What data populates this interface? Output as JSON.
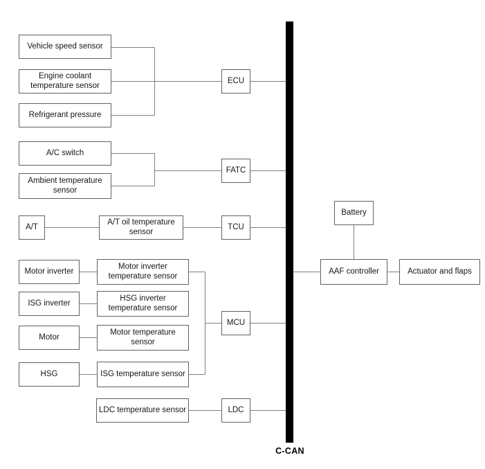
{
  "bus": {
    "label": "C-CAN",
    "color": "#000000"
  },
  "colors": {
    "background": "#ffffff",
    "box_border": "#606060",
    "connector_line": "#7f7f7f",
    "bus_bar": "#000000",
    "text": "#161616"
  },
  "nodes": {
    "vehicle_speed_sensor": {
      "label": "Vehicle speed sensor"
    },
    "engine_coolant_temperature_sensor": {
      "label": "Engine coolant temperature sensor"
    },
    "refrigerant_pressure": {
      "label": "Refrigerant pressure"
    },
    "ac_switch": {
      "label": "A/C switch"
    },
    "ambient_temperature_sensor": {
      "label": "Ambient temperature sensor"
    },
    "at": {
      "label": "A/T"
    },
    "at_oil_temperature_sensor": {
      "label": "A/T oil temperature sensor"
    },
    "motor_inverter": {
      "label": "Motor inverter"
    },
    "motor_inverter_temperature_sensor": {
      "label": "Motor inverter temperature sensor"
    },
    "isg_inverter": {
      "label": "ISG inverter"
    },
    "hsg_inverter_temperature_sensor": {
      "label": "HSG inverter temperature sensor"
    },
    "motor": {
      "label": "Motor"
    },
    "motor_temperature_sensor": {
      "label": "Motor temperature sensor"
    },
    "hsg": {
      "label": "HSG"
    },
    "isg_temperature_sensor": {
      "label": "ISG temperature sensor"
    },
    "ldc_temperature_sensor": {
      "label": "LDC temperature sensor"
    },
    "ecu": {
      "label": "ECU"
    },
    "fatc": {
      "label": "FATC"
    },
    "tcu": {
      "label": "TCU"
    },
    "mcu": {
      "label": "MCU"
    },
    "ldc": {
      "label": "LDC"
    },
    "battery": {
      "label": "Battery"
    },
    "aaf_controller": {
      "label": "AAF controller"
    },
    "actuator_and_flaps": {
      "label": "Actuator and flaps"
    }
  },
  "edges": [
    "Vehicle speed sensor -> ECU",
    "Engine coolant temperature sensor -> ECU",
    "Refrigerant pressure -> ECU",
    "ECU -> C-CAN",
    "A/C switch -> FATC",
    "Ambient temperature sensor -> FATC",
    "FATC -> C-CAN",
    "A/T -> A/T oil temperature sensor",
    "A/T oil temperature sensor -> TCU",
    "TCU -> C-CAN",
    "Motor inverter -> Motor inverter temperature sensor",
    "ISG inverter -> HSG inverter temperature sensor",
    "Motor -> Motor temperature sensor",
    "HSG -> ISG temperature sensor",
    "Motor inverter temperature sensor -> MCU",
    "ISG temperature sensor -> MCU",
    "MCU -> C-CAN",
    "LDC temperature sensor -> LDC",
    "LDC -> C-CAN",
    "C-CAN -> AAF controller",
    "Battery -> AAF controller",
    "AAF controller -> Actuator and flaps"
  ]
}
